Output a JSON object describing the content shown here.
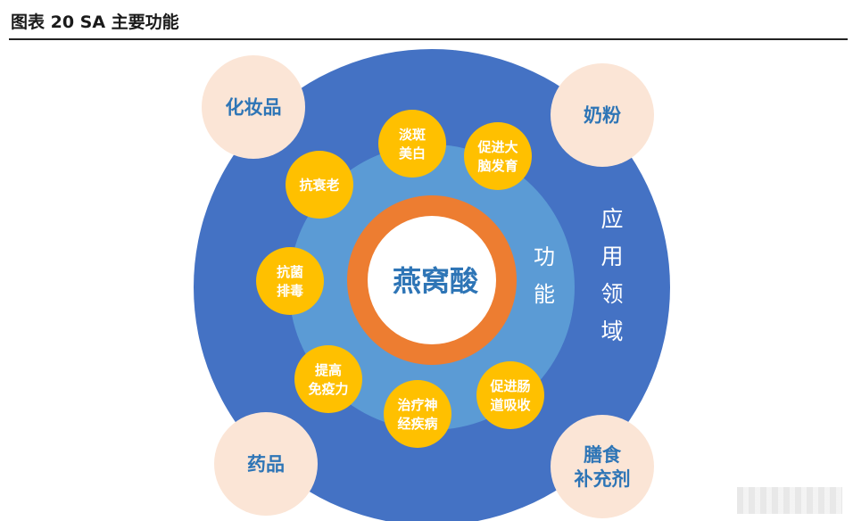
{
  "header": {
    "title": "图表 20 SA 主要功能"
  },
  "diagram": {
    "center_label": "燕窝酸",
    "function_ring_label": [
      "功",
      "能"
    ],
    "application_ring_label": [
      "应",
      "用",
      "领",
      "域"
    ],
    "functions": [
      {
        "lines": [
          "淡斑",
          "美白"
        ]
      },
      {
        "lines": [
          "促进大",
          "脑发育"
        ]
      },
      {
        "lines": [
          "抗衰老"
        ]
      },
      {
        "lines": [
          "抗菌",
          "排毒"
        ]
      },
      {
        "lines": [
          "提高",
          "免疫力"
        ]
      },
      {
        "lines": [
          "治疗神",
          "经疾病"
        ]
      },
      {
        "lines": [
          "促进肠",
          "道吸收"
        ]
      }
    ],
    "applications": [
      {
        "lines": [
          "化妆品"
        ]
      },
      {
        "lines": [
          "奶粉"
        ]
      },
      {
        "lines": [
          "药品"
        ]
      },
      {
        "lines": [
          "膳食",
          "补充剂"
        ]
      }
    ],
    "colors": {
      "outer_ring": "#4472c4",
      "inner_ring": "#5b9bd5",
      "orange_ring": "#ed7d31",
      "function_circle": "#ffc000",
      "application_circle": "#fbe5d6",
      "center_text": "#2e75b6",
      "application_text": "#2e75b6",
      "ring_text": "#ffffff"
    }
  }
}
